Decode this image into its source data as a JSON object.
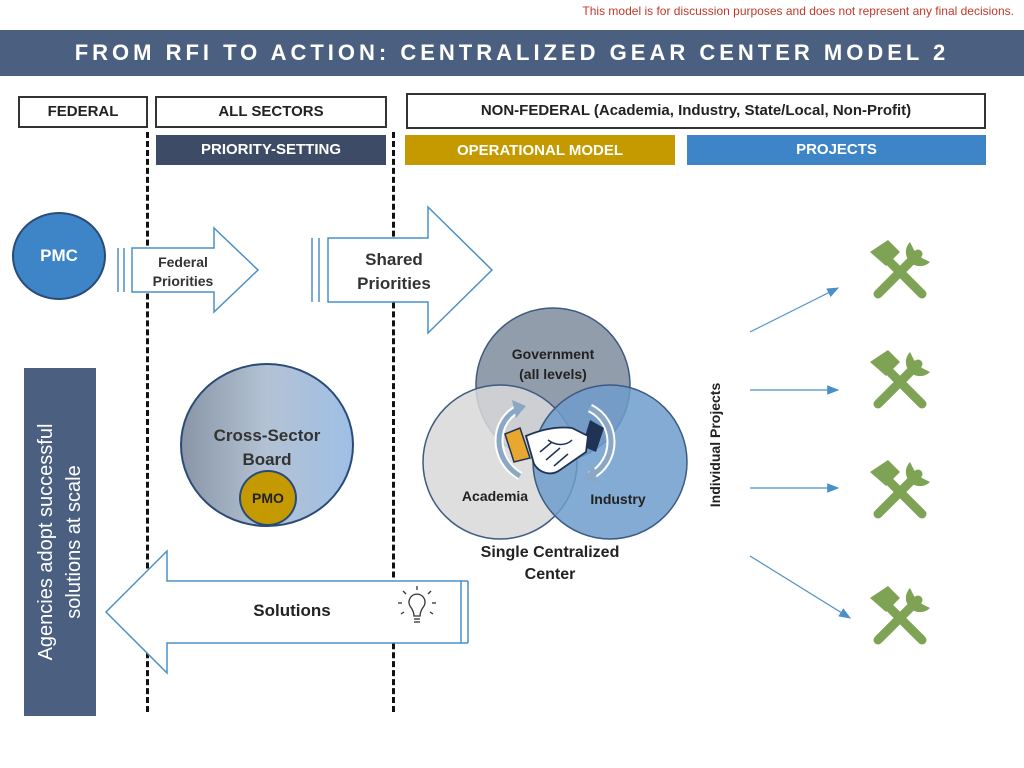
{
  "disclaimer": "This model is for discussion purposes and does not represent any final decisions.",
  "title": "FROM RFI TO ACTION: CENTRALIZED GEAR CENTER MODEL 2",
  "headers": {
    "federal": "FEDERAL",
    "all_sectors": "ALL SECTORS",
    "non_federal": "NON-FEDERAL (Academia, Industry, State/Local, Non-Profit)"
  },
  "bands": {
    "priority_setting": "PRIORITY-SETTING",
    "operational_model": "OPERATIONAL MODEL",
    "projects": "PROJECTS"
  },
  "pmc": "PMC",
  "federal_priorities": [
    "Federal",
    "Priorities"
  ],
  "shared_priorities": [
    "Shared",
    "Priorities"
  ],
  "cross_sector_board": [
    "Cross-Sector",
    "Board"
  ],
  "pmo": "PMO",
  "venn": {
    "government": [
      "Government",
      "(all levels)"
    ],
    "academia": "Academia",
    "industry": "Industry",
    "caption": [
      "Single Centralized",
      "Center"
    ]
  },
  "individual_projects": "Individual Projects",
  "solutions": "Solutions",
  "agencies_adopt": [
    "Agencies adopt successful",
    "solutions at scale"
  ],
  "icons": {
    "project_tools": "hammer-wrench-icon",
    "idea": "lightbulb-icon",
    "handshake": "handshake-icon"
  },
  "colors": {
    "title_bar": "#4b5f80",
    "priority_band": "#3d4b66",
    "operational_band": "#c49a00",
    "projects_band": "#3d85c6",
    "tools_green": "#7ea354",
    "arrow_blue": "#4a90c8",
    "disclaimer_red": "#c0392b"
  }
}
